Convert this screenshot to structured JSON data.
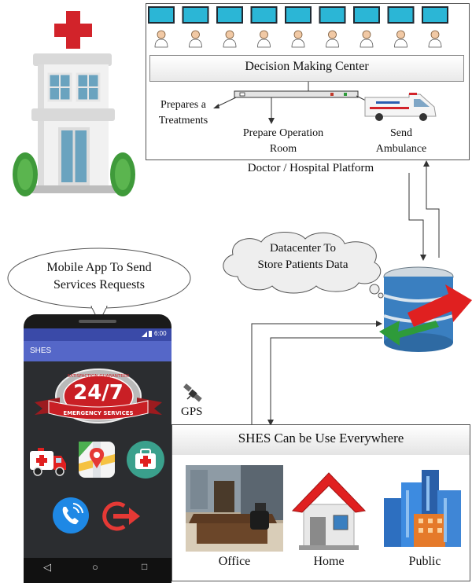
{
  "platform": {
    "center_label": "Decision Making Center",
    "footer_label": "Doctor / Hospital Platform",
    "actions": [
      {
        "line1": "Prepares a",
        "line2": "Treatments"
      },
      {
        "line1": "Prepare Operation",
        "line2": "Room"
      },
      {
        "line1": "Send",
        "line2": "Ambulance"
      }
    ]
  },
  "datacenter": {
    "line1": "Datacenter To",
    "line2": "Store Patients Data"
  },
  "mobile_bubble": {
    "line1": "Mobile App To Send",
    "line2": "Services Requests"
  },
  "phone": {
    "status_time": "6:00",
    "app_title": "SHES",
    "badge_top": "SATISFACTION GUARANTEED",
    "badge_main": "24/7",
    "badge_ribbon": "EMERGENCY SERVICES"
  },
  "gps_label": "GPS",
  "everywhere": {
    "title": "SHES Can be Use Everywhere",
    "places": [
      "Office",
      "Home",
      "Public"
    ]
  },
  "colors": {
    "phone_bar": "#5567c8",
    "phone_body": "#2b2d30",
    "arrow_red": "#e02020",
    "arrow_green": "#2e9b3a",
    "db_blue": "#3a7fc0"
  }
}
